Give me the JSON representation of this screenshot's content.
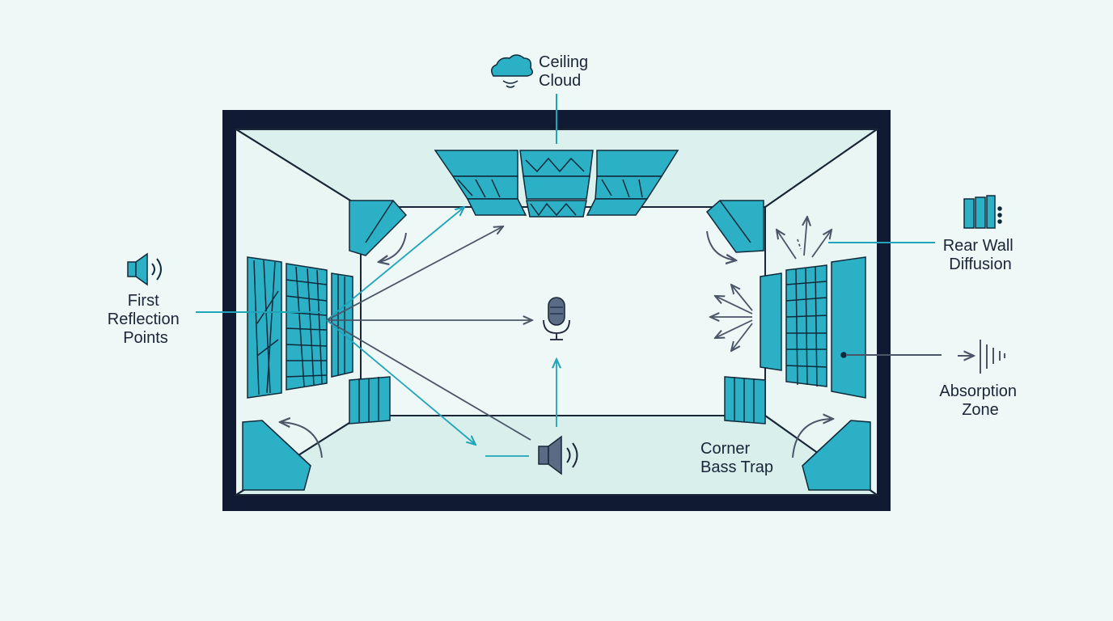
{
  "labels": {
    "ceiling_cloud": [
      "Ceiling",
      "Cloud"
    ],
    "first_reflection": [
      "First",
      "Reflection",
      "Points"
    ],
    "rear_wall": [
      "Rear Wall",
      "Diffusion"
    ],
    "absorption": [
      "Absorption",
      "Zone"
    ],
    "bass_trap": [
      "Corner",
      "Bass Trap"
    ]
  },
  "icons": {
    "ceiling": "cloud-icon",
    "first_reflection": "speaker-icon",
    "rear_wall": "diffuser-icon",
    "absorption": "sound-wave-icon",
    "microphone": "microphone-icon",
    "source": "speaker-icon"
  },
  "colors": {
    "background": "#eef8f7",
    "frame": "#101b33",
    "room_fill": "#dff2ef",
    "panel": "#2cb0c6",
    "panel_stroke": "#0f2a3a",
    "ray_accent": "#1fa4b9",
    "ray_gray": "#4a5568",
    "text": "#1a2638"
  }
}
